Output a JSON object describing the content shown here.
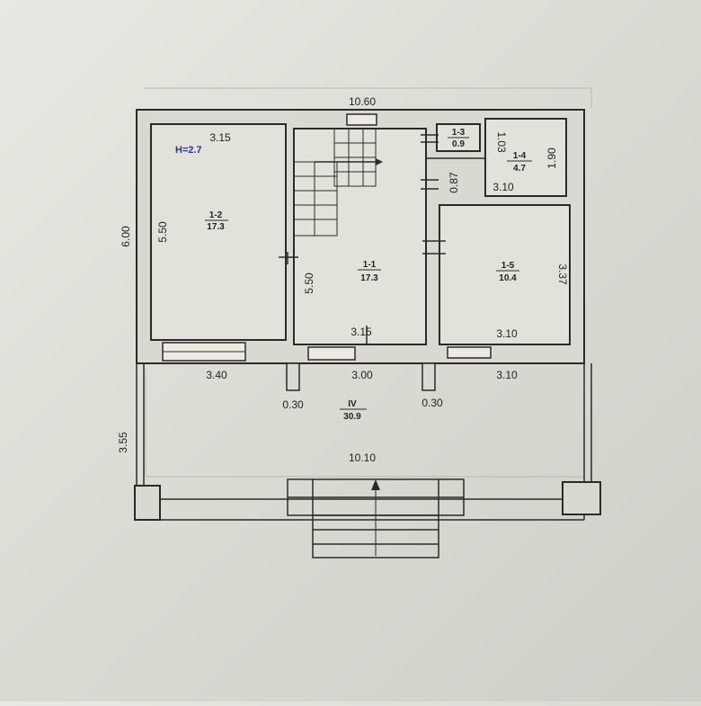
{
  "plan": {
    "dims": {
      "top_width": "10.60",
      "left_height": "6.00",
      "r12_width": "3.15",
      "r12_height": "5.50",
      "r11_height": "5.50",
      "r11_width": "3.15",
      "r13_side": "1.03",
      "r13_lower": "0.87",
      "r14_height": "1.90",
      "r14_width": "3.10",
      "r15_height": "3.37",
      "r15_width": "3.10",
      "bottom_left": "3.40",
      "bottom_mid": "3.00",
      "bottom_right": "3.10",
      "col_left": "0.30",
      "col_right": "0.30",
      "terrace_depth": "3.55",
      "terrace_width": "10.10"
    },
    "height_mark": "H=2.7",
    "rooms": [
      {
        "id": "1-2",
        "area": "17.3"
      },
      {
        "id": "1-1",
        "area": "17.3"
      },
      {
        "id": "1-3",
        "area": "0.9"
      },
      {
        "id": "1-4",
        "area": "4.7"
      },
      {
        "id": "1-5",
        "area": "10.4"
      },
      {
        "id": "IV",
        "area": "30.9"
      }
    ]
  }
}
